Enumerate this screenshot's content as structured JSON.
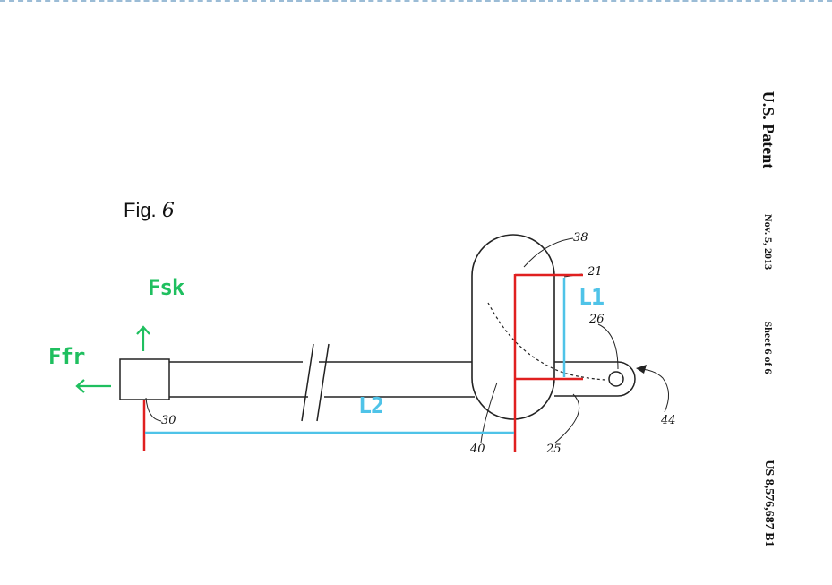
{
  "header": {
    "patent_title": "U.S. Patent",
    "date": "Nov. 5, 2013",
    "sheet": "Sheet 6 of 6",
    "patent_number": "US 8,576,687 B1"
  },
  "figure": {
    "label_prefix": "Fig.",
    "label_number": "6"
  },
  "forces": {
    "skid": "Fsk",
    "friction": "Ffr"
  },
  "lengths": {
    "l1": "L1",
    "l2": "L2"
  },
  "references": {
    "r38": "38",
    "r21": "21",
    "r26": "26",
    "r30": "30",
    "r40": "40",
    "r25": "25",
    "r44": "44"
  },
  "colors": {
    "force_arrow": "#1fbf5f",
    "length_line": "#4fc3e8",
    "reference_line": "#e02020",
    "drawing_ink": "#222222"
  }
}
